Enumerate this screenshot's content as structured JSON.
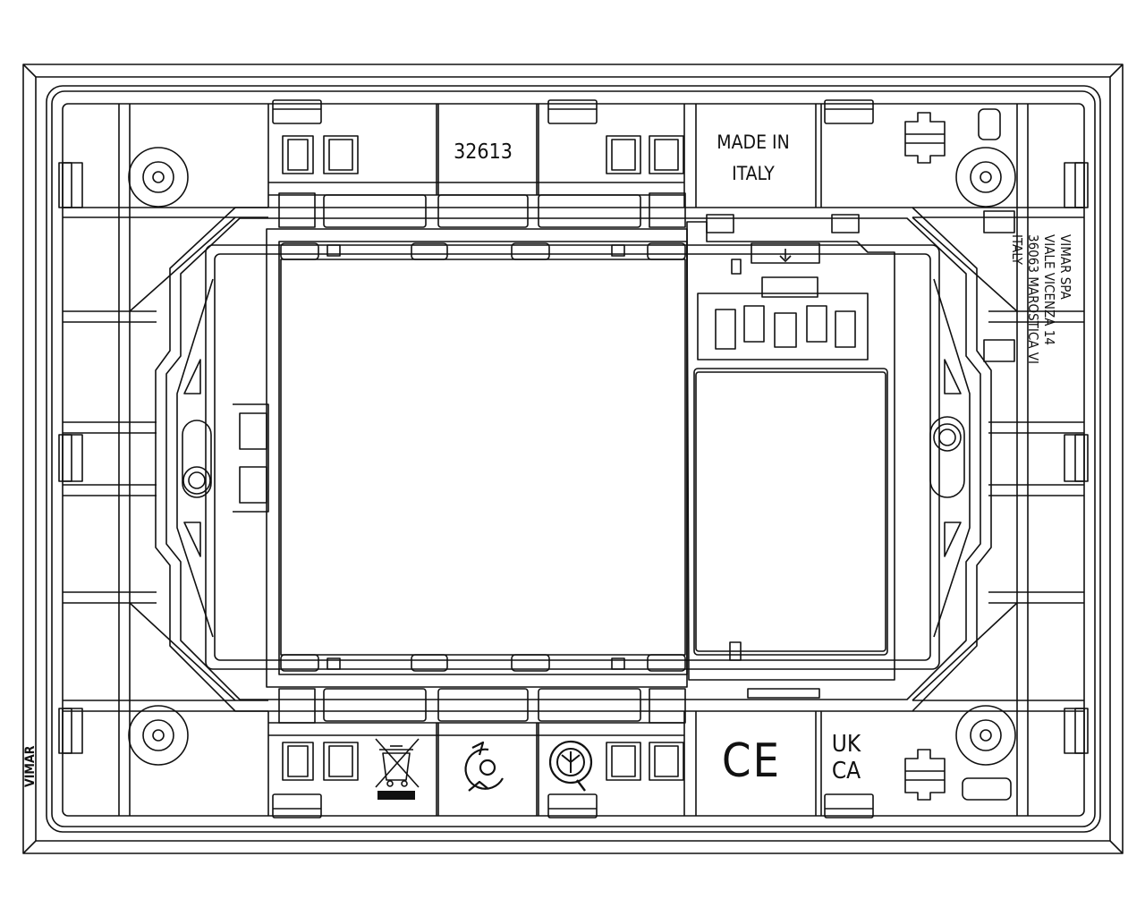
{
  "part_number": "32613",
  "made_in_line1": "MADE IN",
  "made_in_line2": "ITALY",
  "brand_side": "VIMAR",
  "address_lines": [
    "VIMAR SPA",
    "VIALE VICENZA 14",
    "36063 MAROSTICA VI",
    "ITALY"
  ],
  "ce_mark": "CE",
  "ukca_line1": "UK",
  "ukca_line2": "CA",
  "colors": {
    "line": "#111111",
    "background": "#ffffff"
  },
  "icons": [
    "weee-bin-icon",
    "recycle-swirl-icon",
    "imq-mark-icon",
    "ce-mark",
    "ukca-mark",
    "arrow-down-icon"
  ]
}
